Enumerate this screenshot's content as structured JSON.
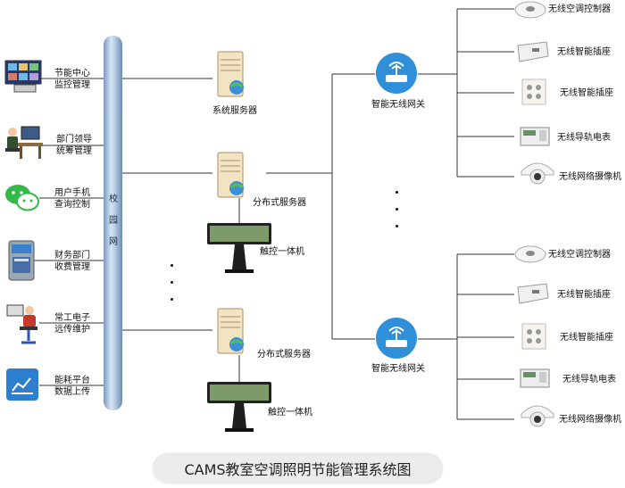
{
  "title": "CAMS教室空调照明节能管理系统图",
  "backbone_label": "校园网",
  "left_nodes": [
    {
      "label": "节能中心\n监控管理",
      "icon": "monitor-wall-icon"
    },
    {
      "label": "部门领导\n统筹管理",
      "icon": "desk-operator-icon"
    },
    {
      "label": "用户手机\n查询控制",
      "icon": "wechat-icon"
    },
    {
      "label": "财务部门\n收费管理",
      "icon": "card-terminal-icon"
    },
    {
      "label": "常工电子\n远传维护",
      "icon": "technician-icon"
    },
    {
      "label": "能耗平台\n数据上传",
      "icon": "chart-tile-icon"
    }
  ],
  "servers": {
    "system": "系统服务器",
    "dist1": "分布式服务器",
    "dist2": "分布式服务器",
    "touch1": "触控一体机",
    "touch2": "触控一体机"
  },
  "gateways": {
    "g1": "智能无线网关",
    "g2": "智能无线网关"
  },
  "devices_top": [
    "无线空调控制器",
    "无线智能插座",
    "无线智能插座",
    "无线导轨电表",
    "无线网络摄像机"
  ],
  "devices_bottom": [
    "无线空调控制器",
    "无线智能插座",
    "无线智能插座",
    "无线导轨电表",
    "无线网络摄像机"
  ],
  "colors": {
    "gateway": "#2f8fd8",
    "pipe": "#8fb0d4",
    "line": "#333333"
  }
}
